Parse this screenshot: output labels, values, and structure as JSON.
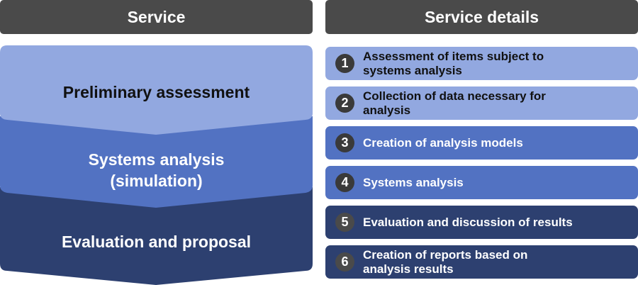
{
  "headers": {
    "service": "Service",
    "details": "Service details"
  },
  "stages": [
    {
      "label": "Preliminary assessment",
      "color": "#92a8e0"
    },
    {
      "label_line1": "Systems analysis",
      "label_line2": "(simulation)",
      "color": "#5272c2"
    },
    {
      "label": "Evaluation and proposal",
      "color": "#2d4070"
    }
  ],
  "details": [
    {
      "num": "1",
      "text": "Assessment of items subject to\nsystems analysis"
    },
    {
      "num": "2",
      "text": "Collection of data necessary for\nanalysis"
    },
    {
      "num": "3",
      "text": "Creation of analysis models"
    },
    {
      "num": "4",
      "text": "Systems analysis"
    },
    {
      "num": "5",
      "text": "Evaluation and discussion of results"
    },
    {
      "num": "6",
      "text": "Creation of reports based on\nanalysis results"
    }
  ]
}
